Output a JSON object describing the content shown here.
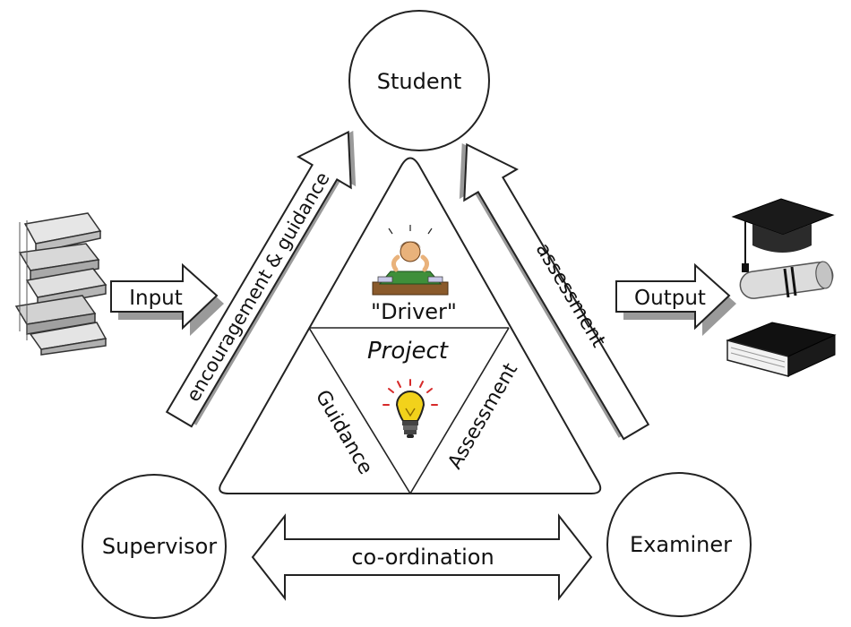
{
  "nodes": {
    "student": "Student",
    "supervisor": "Supervisor",
    "examiner": "Examiner"
  },
  "triangle": {
    "driver": "\"Driver\"",
    "project": "Project",
    "guidance": "Guidance",
    "assessment": "Assessment"
  },
  "arrows": {
    "input": "Input",
    "output": "Output",
    "encouragement": "encouragement & guidance",
    "assessment": "assessment",
    "coordination": "co-ordination"
  },
  "icons": {
    "input_icon": "book-stack-icon",
    "output_icons": [
      "graduation-cap-icon",
      "diploma-scroll-icon",
      "closed-book-icon"
    ],
    "driver_icon": "stressed-student-icon",
    "project_icon": "lightbulb-icon"
  },
  "colors": {
    "stroke": "#222222",
    "arrow_fill": "#ffffff",
    "arrow_shadow": "#9a9a9a",
    "bulb": "#f2d21b",
    "accent_red": "#d62a2a"
  }
}
